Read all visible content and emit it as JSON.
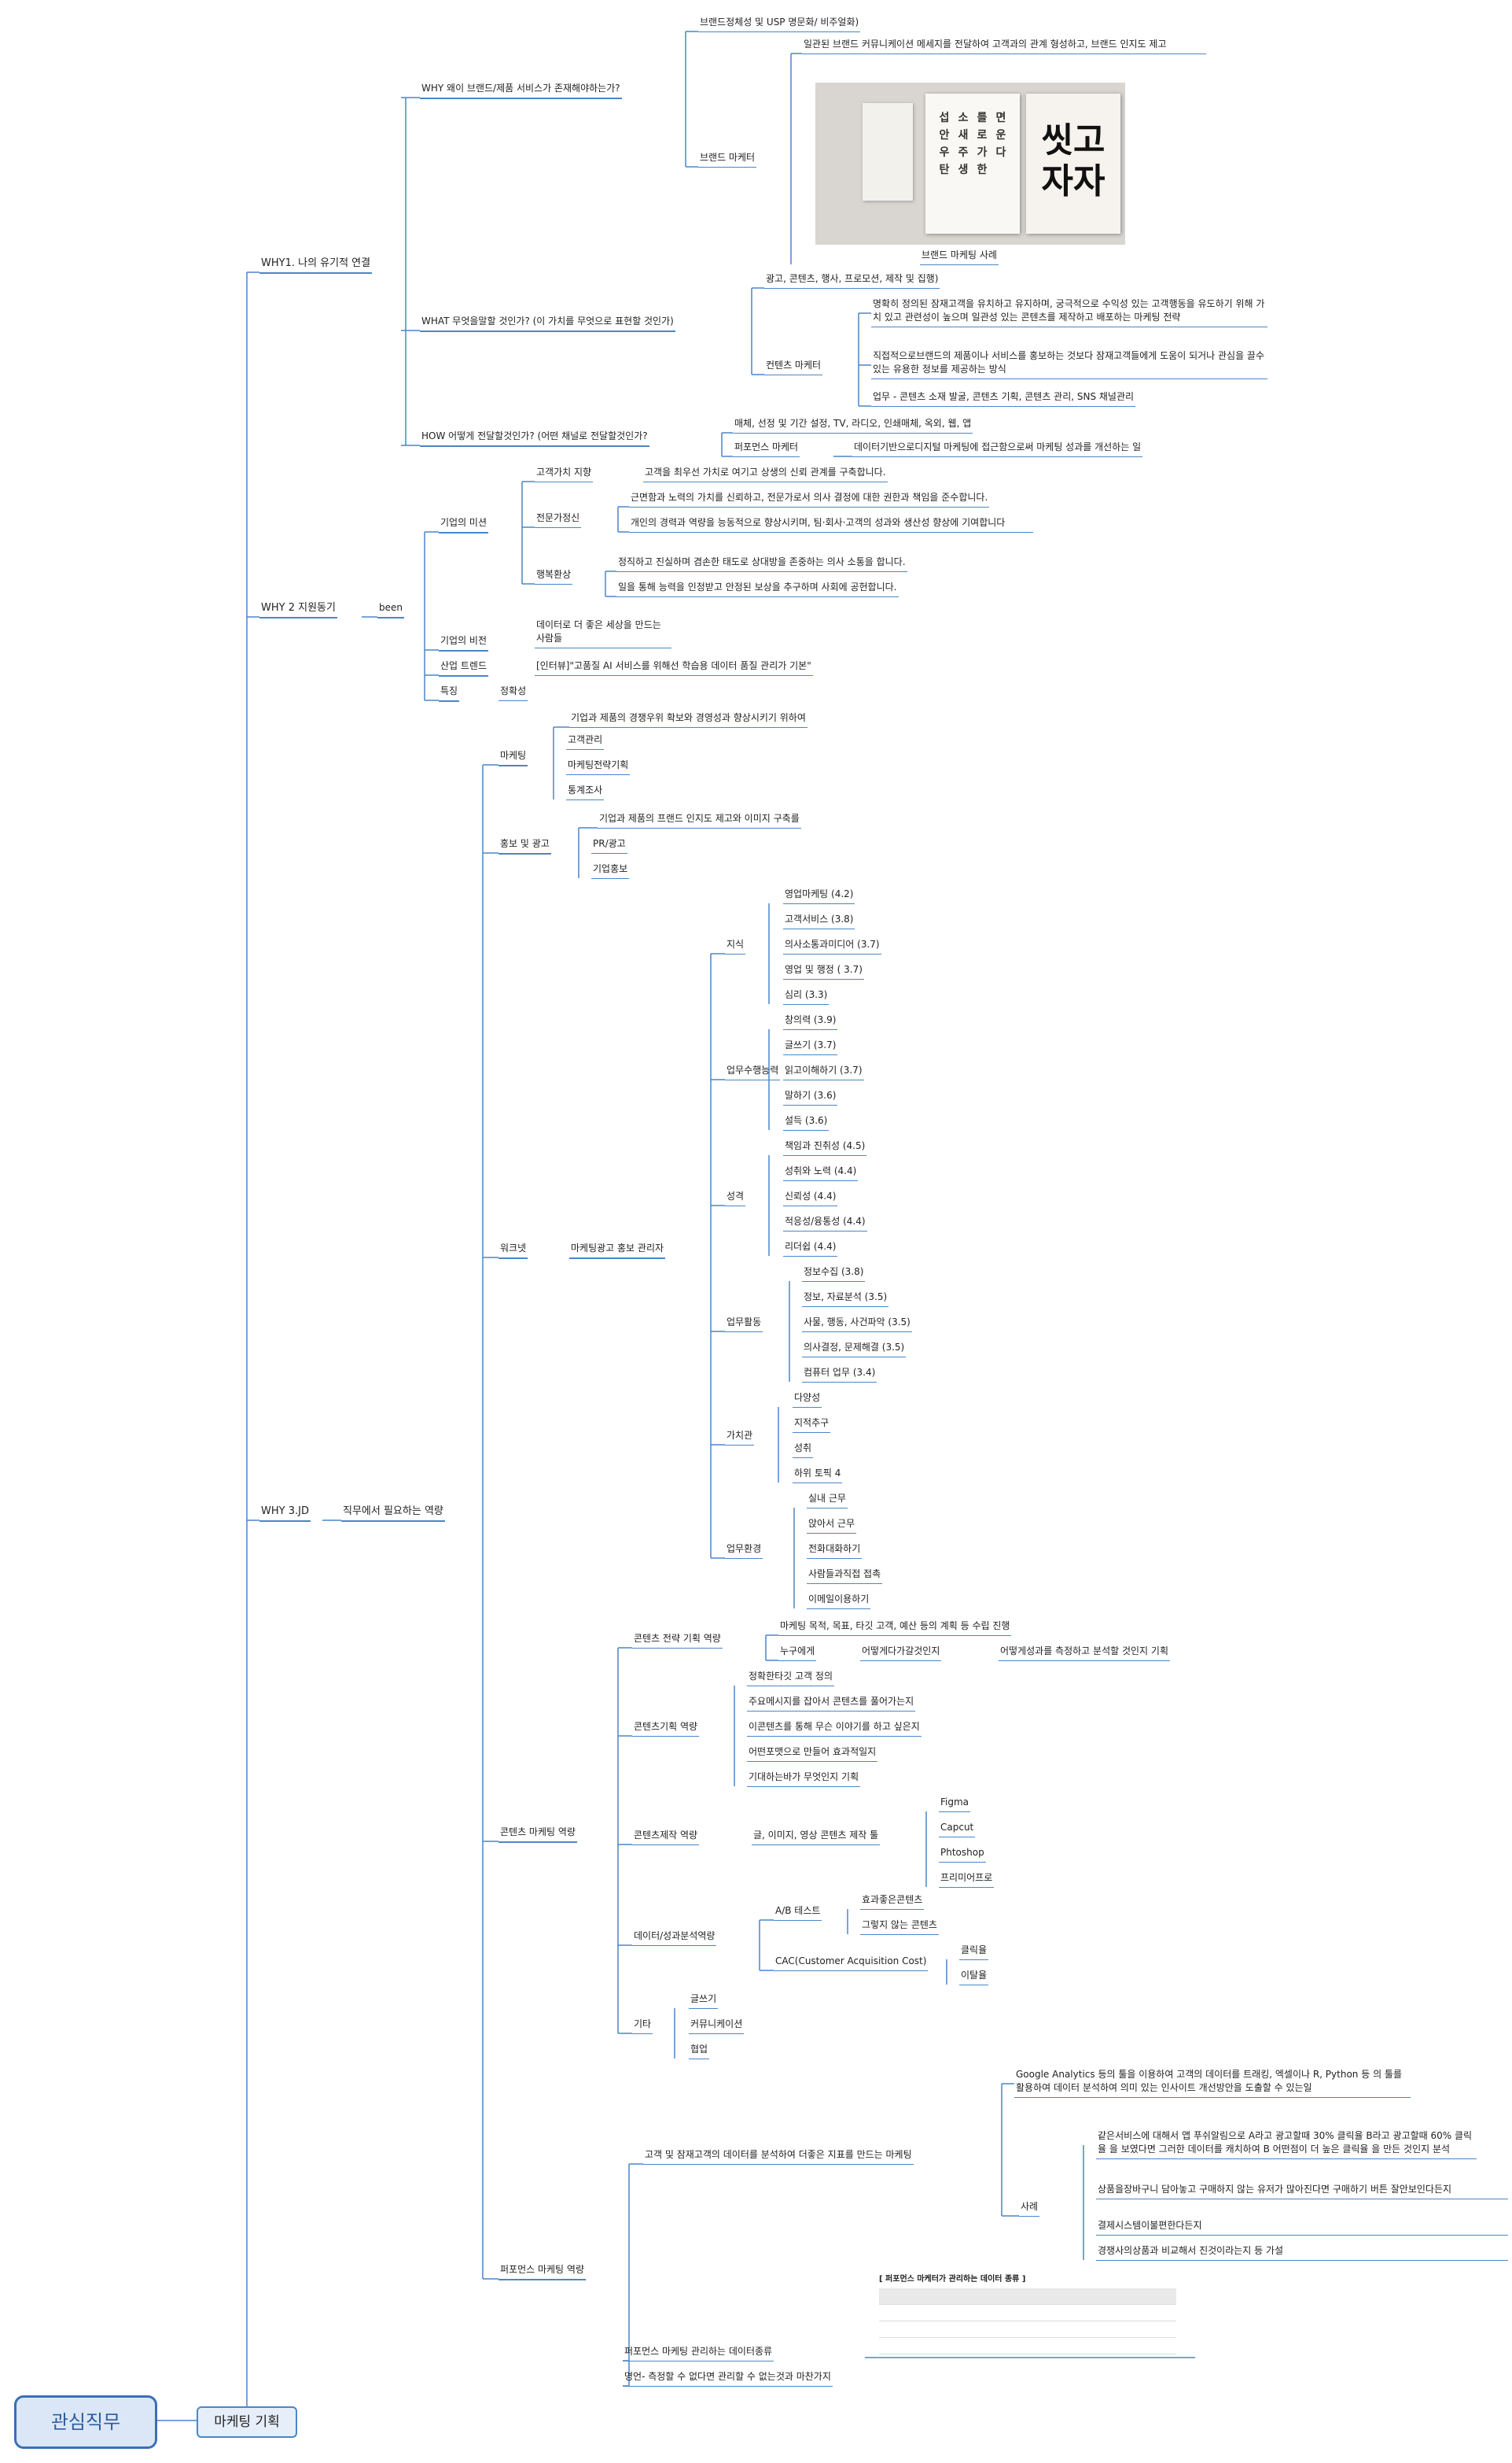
{
  "root": "관심직무",
  "job": "마케팅 기획",
  "why1": {
    "label": "WHY1.   나의 유기적 연결",
    "why_q": "WHY 왜이 브랜드/제품 서비스가 존재해야하는가?",
    "brand_identity": "브랜드정체성 및 USP 명문화/ 비주얼화)",
    "brand_marketer": "브랜드 마케터",
    "brand_marketer_desc": "일관된 브랜드 커뮤니케이션 메세지를 전달하여 고객과의 관계 형성하고, 브랜드 인지도 제고",
    "poster_text": "씻고 자자",
    "case_label": "브랜드 마케팅 사례",
    "what_q": "WHAT 무엇을말할 것인가? (이 가치를 무엇으로 표현할 것인가)",
    "content_list": "광고, 콘텐츠, 행사, 프로모션, 제작 및 집행)",
    "content_marketer": "컨텐츠 마케터",
    "cm_desc1": "명확히 정의된 잠재고객을 유치하고 유지하며, 궁극적으로 수익성 있는 고객행동을 유도하기 위해 가치 있고 관련성이 높으며 일관성 있는 콘텐츠를 제작하고 배포하는 마케팅 전략",
    "cm_desc2": "직접적으로브랜드의 제품이나 서비스를 홍보하는 것보다 잠재고객들에게 도움이 되거나 관심을 끌수 있는 유용한 정보를 제공하는 방식",
    "cm_desc3": "업무 - 콘텐츠 소재 발굴, 콘텐츠 기획, 콘텐츠 관리, SNS 채널관리",
    "how_q": "HOW 어떻게 전달할것인가? (어떤 채널로 전달할것인가?",
    "media": "매체, 선정 및 기간 설정, TV, 라디오, 인쇄매체, 옥외, 웹, 앱",
    "performance_marketer": "퍼포먼스 마케터",
    "pm_desc": "데이터기반으로디지털 마케팅에 접근함으로써 마케팅 성과를 개선하는 일"
  },
  "why2": {
    "label": "WHY 2 지원동기",
    "been": "been",
    "mission": "기업의 미션",
    "m1_label": "고객가치 지향",
    "m1_desc": "고객을 최우선 가치로 여기고 상생의 신뢰 관계를 구축합니다.",
    "m2_label": "전문가정신",
    "m2_desc1": "근면함과 노력의 가치를 신뢰하고, 전문가로서 의사 결정에 대한 권한과 책임을 준수합니다.",
    "m2_desc2": "개인의 경력과 역량을 능동적으로 향상시키며, 팀·회사·고객의 성과와 생산성 향상에 기여합니다",
    "m3_label": "행복환상",
    "m3_desc1": "정직하고 진실하며 겸손한 태도로 상대방을 존중하는 의사 소통을 합니다.",
    "m3_desc2": "일을 통해 능력을 인정받고 안정된 보상을 추구하며 사회에 공헌합니다.",
    "vision": "기업의 비전",
    "vision_desc": "데이터로 더 좋은 세상을 만드는 사람들",
    "trend": "산업 트렌드",
    "trend_desc": "[인터뷰]\"고품질 AI 서비스를 위해선 학습용 데이터 품질 관리가 기본\"",
    "feature": "특징",
    "feature_desc": "정확성"
  },
  "why3": {
    "label": "WHY 3.JD",
    "role": "직무에서 필요하는 역량",
    "marketing": "마케팅",
    "mk_desc": "기업과 제품의 경쟁우위 확보와 경영성과 향상시키기 위하여",
    "mk_items": [
      "고객관리",
      "마케팅전략기획",
      "통계조사"
    ],
    "pr": "홍보 및 광고",
    "pr_desc": "기업과 제품의 프랜드 인지도 제고와 이미지 구축를",
    "pr_items": [
      "PR/광고",
      "기업홍보"
    ],
    "worknet": "워크넷",
    "manager": "마케팅광고 홍보 관리자",
    "knowledge": "지식",
    "knowledge_items": [
      "영업마케팅 (4.2)",
      "고객서비스 (3.8)",
      "의사소통과미디어 (3.7)",
      "영업 및 행정 ( 3.7)",
      "심리 (3.3)"
    ],
    "ability": "업무수행능력",
    "ability_items": [
      "창의력 (3.9)",
      "글쓰기 (3.7)",
      "읽고이해하기 (3.7)",
      "말하기 (3.6)",
      "설득 (3.6)"
    ],
    "character": "성격",
    "character_items": [
      "책임과 진취성 (4.5)",
      "성취와 노력 (4.4)",
      "신뢰성 (4.4)",
      "적응성/융통성 (4.4)",
      "리더쉽 (4.4)"
    ],
    "activity": "업무활동",
    "activity_items": [
      "정보수집 (3.8)",
      "정보, 자료분석 (3.5)",
      "사물, 행동, 사건파악 (3.5)",
      "의사결정, 문제해결 (3.5)",
      "컴퓨터 업무 (3.4)"
    ],
    "values": "가치관",
    "values_items": [
      "다양성",
      "지적추구",
      "성취",
      "하위 토픽 4"
    ],
    "environment": "업무환경",
    "environment_items": [
      "실내 근무",
      "앉아서 근무",
      "전화대화하기",
      "사람들과직접 접촉",
      "이메일이용하기"
    ],
    "content_marketing": "콘텐츠 마케팅 역량",
    "cs": "콘텐츠 전략 기획 역량",
    "cs_desc": "마케팅 목적, 목표, 타깃 고객, 예산 등의 계획 등 수립 진행",
    "cs_who": "누구에게",
    "cs_what": "어떻게다가갈것인지",
    "cs_how": "어떻게성과를 측정하고 분석할 것인지 기획",
    "cp": "콘텐츠기획 역량",
    "cp_items": [
      "정확한타깃 고객 정의",
      "주요메시지를 잡아서 콘텐츠를 풀어가는지",
      "이콘텐츠를 통해 무슨 이야기를 하고 싶은지",
      "어떤포맷으로 만들어 효과적일지",
      "기대하는바가 무엇인지 기획"
    ],
    "cmk": "콘텐츠제작 역량",
    "cmk_desc": "글, 이미지, 영상 콘텐츠 제작 툴",
    "tools": [
      "Figma",
      "Capcut",
      "Phtoshop",
      "프리미어프로"
    ],
    "da": "데이터/성과분석역량",
    "ab": "A/B 테스트",
    "ab_items": [
      "효과좋은콘텐츠",
      "그렇지 않는 콘텐츠"
    ],
    "cac": "CAC(Customer Acquisition Cost)",
    "cac_items": [
      "클릭율",
      "이탈율"
    ],
    "etc": "기타",
    "etc_items": [
      "글쓰기",
      "커뮤니케이션",
      "협업"
    ],
    "pm": "퍼포먼스 마케팅 역량",
    "pm1": "고객 및 잠재고객의 데이터를 분석하여 더좋은 지표를 만드는 마케팅",
    "pm1_desc": "Google Analytics 등의 툴을 이용하여 고객의 데이터를 트래킹, 엑셀이나 R, Python 등 의 툴를 활용하여 데이터 분석하여 의미 있는 인사이트 개선방안을 도출할 수 있는일",
    "case": "사례",
    "case_items": [
      "같은서비스에 대해서 앱 푸쉬알림으로 A라고 광고할때 30% 클릭율 B라고 광고할때 60% 클릭율 을 보였다면 그러한 데이터를 캐치하여 B 어떤점이 더 높은 클릭율 을 만든 것인지 분석",
      "상품을장바구니 담아놓고 구매하지 않는 유저가 많아진다면 구매하기 버튼 잘안보인다든지",
      "결제시스템이불편한다든지",
      "경쟁사의상품과 비교해서 진것이라는지 등 가설"
    ],
    "pm2": "퍼포먼스 마케팅 관리하는 데이터종류",
    "table_title": "[ 퍼포먼스 마케터가 관리하는 데이터 종류 ]",
    "pm3": "명언- 측정할 수 없다면 관리할 수 없는것과 마찬가지"
  }
}
